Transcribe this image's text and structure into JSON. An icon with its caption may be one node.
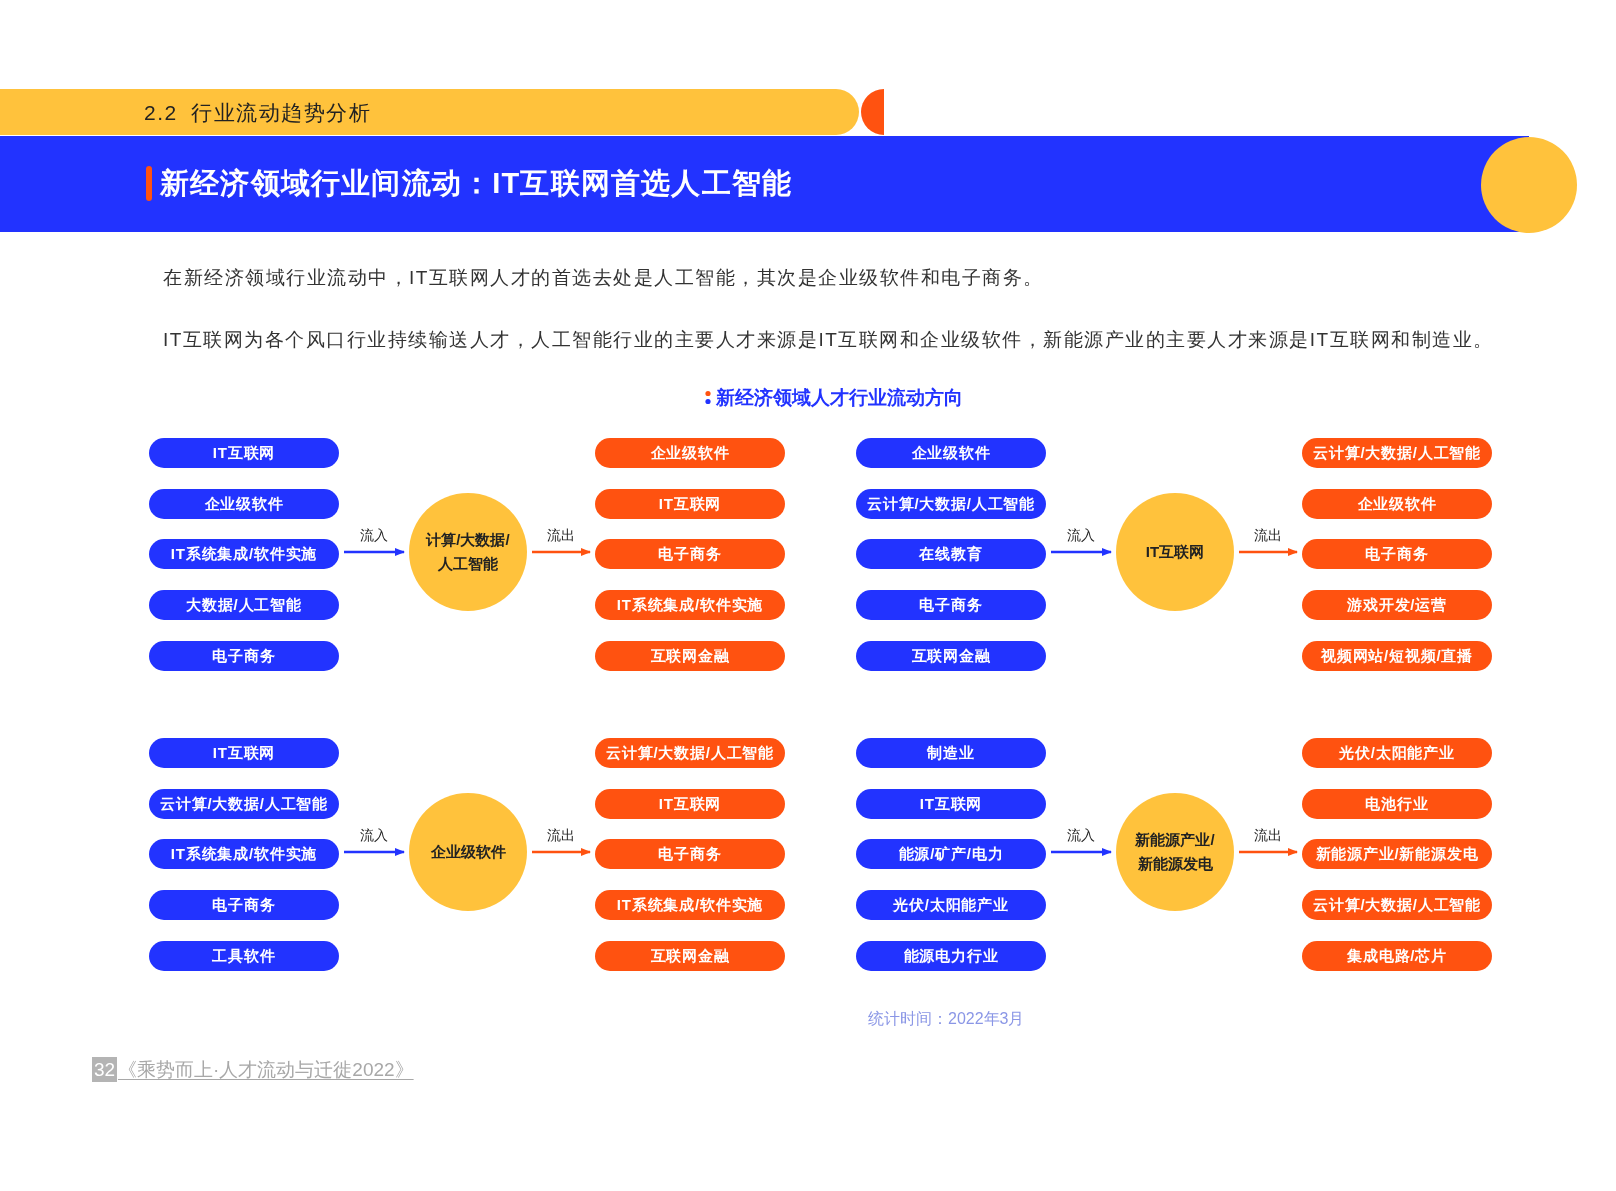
{
  "diagram": {
    "title": "新经济领域行业间流动：IT互联网首选人工智能",
    "nodes": [
      {
        "text": [
          "IT互联网"
        ]
      },
      {
        "text": [
          "企业级软件"
        ]
      },
      {
        "text": [
          "IT系统集成/软件实施"
        ]
      },
      {
        "text": [
          "大数据/人工智能"
        ]
      },
      {
        "text": [
          "电子商务"
        ]
      },
      {
        "text": [
          "计算/大数据/人工智能"
        ]
      },
      {
        "text": [
          "企业级软件"
        ]
      },
      {
        "text": [
          "IT互联网"
        ]
      },
      {
        "text": [
          "电子商务"
        ]
      },
      {
        "text": [
          "IT系统集成/软件实施"
        ]
      },
      {
        "text": [
          "互联网金融"
        ]
      },
      {
        "text": [
          "企业级软件"
        ]
      },
      {
        "text": [
          "云计算/大数据/人工智能"
        ]
      },
      {
        "text": [
          "在线教育"
        ]
      },
      {
        "text": [
          "电子商务"
        ]
      },
      {
        "text": [
          "互联网金融"
        ]
      },
      {
        "text": [
          "IT互联网"
        ]
      },
      {
        "text": [
          "云计算/大数据/人工智能"
        ]
      },
      {
        "text": [
          "企业级软件"
        ]
      },
      {
        "text": [
          "电子商务"
        ]
      },
      {
        "text": [
          "游戏开发/运营"
        ]
      },
      {
        "text": [
          "视频网站/短视频/直播"
        ]
      },
      {
        "text": [
          "IT互联网"
        ]
      },
      {
        "text": [
          "云计算/大数据/人工智能"
        ]
      },
      {
        "text": [
          "IT系统集成/软件实施"
        ]
      },
      {
        "text": [
          "电子商务"
        ]
      },
      {
        "text": [
          "工具软件"
        ]
      },
      {
        "text": [
          "企业级软件"
        ]
      },
      {
        "text": [
          "云计算/大数据/人工智能"
        ]
      },
      {
        "text": [
          "IT互联网"
        ]
      },
      {
        "text": [
          "电子商务"
        ]
      },
      {
        "text": [
          "IT系统集成/软件实施"
        ]
      },
      {
        "text": [
          "互联网金融"
        ]
      },
      {
        "text": [
          "制造业"
        ]
      },
      {
        "text": [
          "IT互联网"
        ]
      },
      {
        "text": [
          "能源/矿产/电力"
        ]
      },
      {
        "text": [
          "光伏/太阳能产业"
        ]
      },
      {
        "text": [
          "能源电力行业"
        ]
      },
      {
        "text": [
          "新能源产业/新能源发电"
        ]
      },
      {
        "text": [
          "光伏/太阳能产业"
        ]
      },
      {
        "text": [
          "电池行业"
        ]
      },
      {
        "text": [
          "新能源产业/新能源发电"
        ]
      },
      {
        "text": [
          "云计算/大数据/人工智能"
        ]
      },
      {
        "text": [
          "集成电路/芯片"
        ]
      }
    ],
    "edges": [
      {
        "from": 2,
        "to": 5,
        "arrow": "to",
        "label": "流入",
        "color": "#2233ff"
      },
      {
        "from": 5,
        "to": 8,
        "arrow": "to",
        "label": "流出",
        "color": "#ff5210"
      },
      {
        "from": 13,
        "to": 16,
        "arrow": "to",
        "label": "流入",
        "color": "#2233ff"
      },
      {
        "from": 16,
        "to": 19,
        "arrow": "to",
        "label": "流出",
        "color": "#ff5210"
      },
      {
        "from": 24,
        "to": 27,
        "arrow": "to",
        "label": "流入",
        "color": "#2233ff"
      },
      {
        "from": 27,
        "to": 30,
        "arrow": "to",
        "label": "流出",
        "color": "#ff5210"
      },
      {
        "from": 35,
        "to": 38,
        "arrow": "to",
        "label": "流入",
        "color": "#2233ff"
      },
      {
        "from": 38,
        "to": 41,
        "arrow": "to",
        "label": "流出",
        "color": "#ff5210"
      }
    ],
    "labels": [
      "2.2 行业流动趋势分析",
      "在新经济领域行业流动中，IT互联网人才的首选去处是人工智能，其次是企业级软件和电子商务。",
      "IT互联网为各个风口行业持续输送人才，人工智能行业的主要人才来源是IT互联网和企业级软件，新能源产业的主要人才来源是IT互联网和制造业。",
      "新经济领域人才行业流动方向",
      "统计时间：2022年3月",
      "32",
      "《乘势而上·人才流动与迁徙2022》"
    ]
  }
}
